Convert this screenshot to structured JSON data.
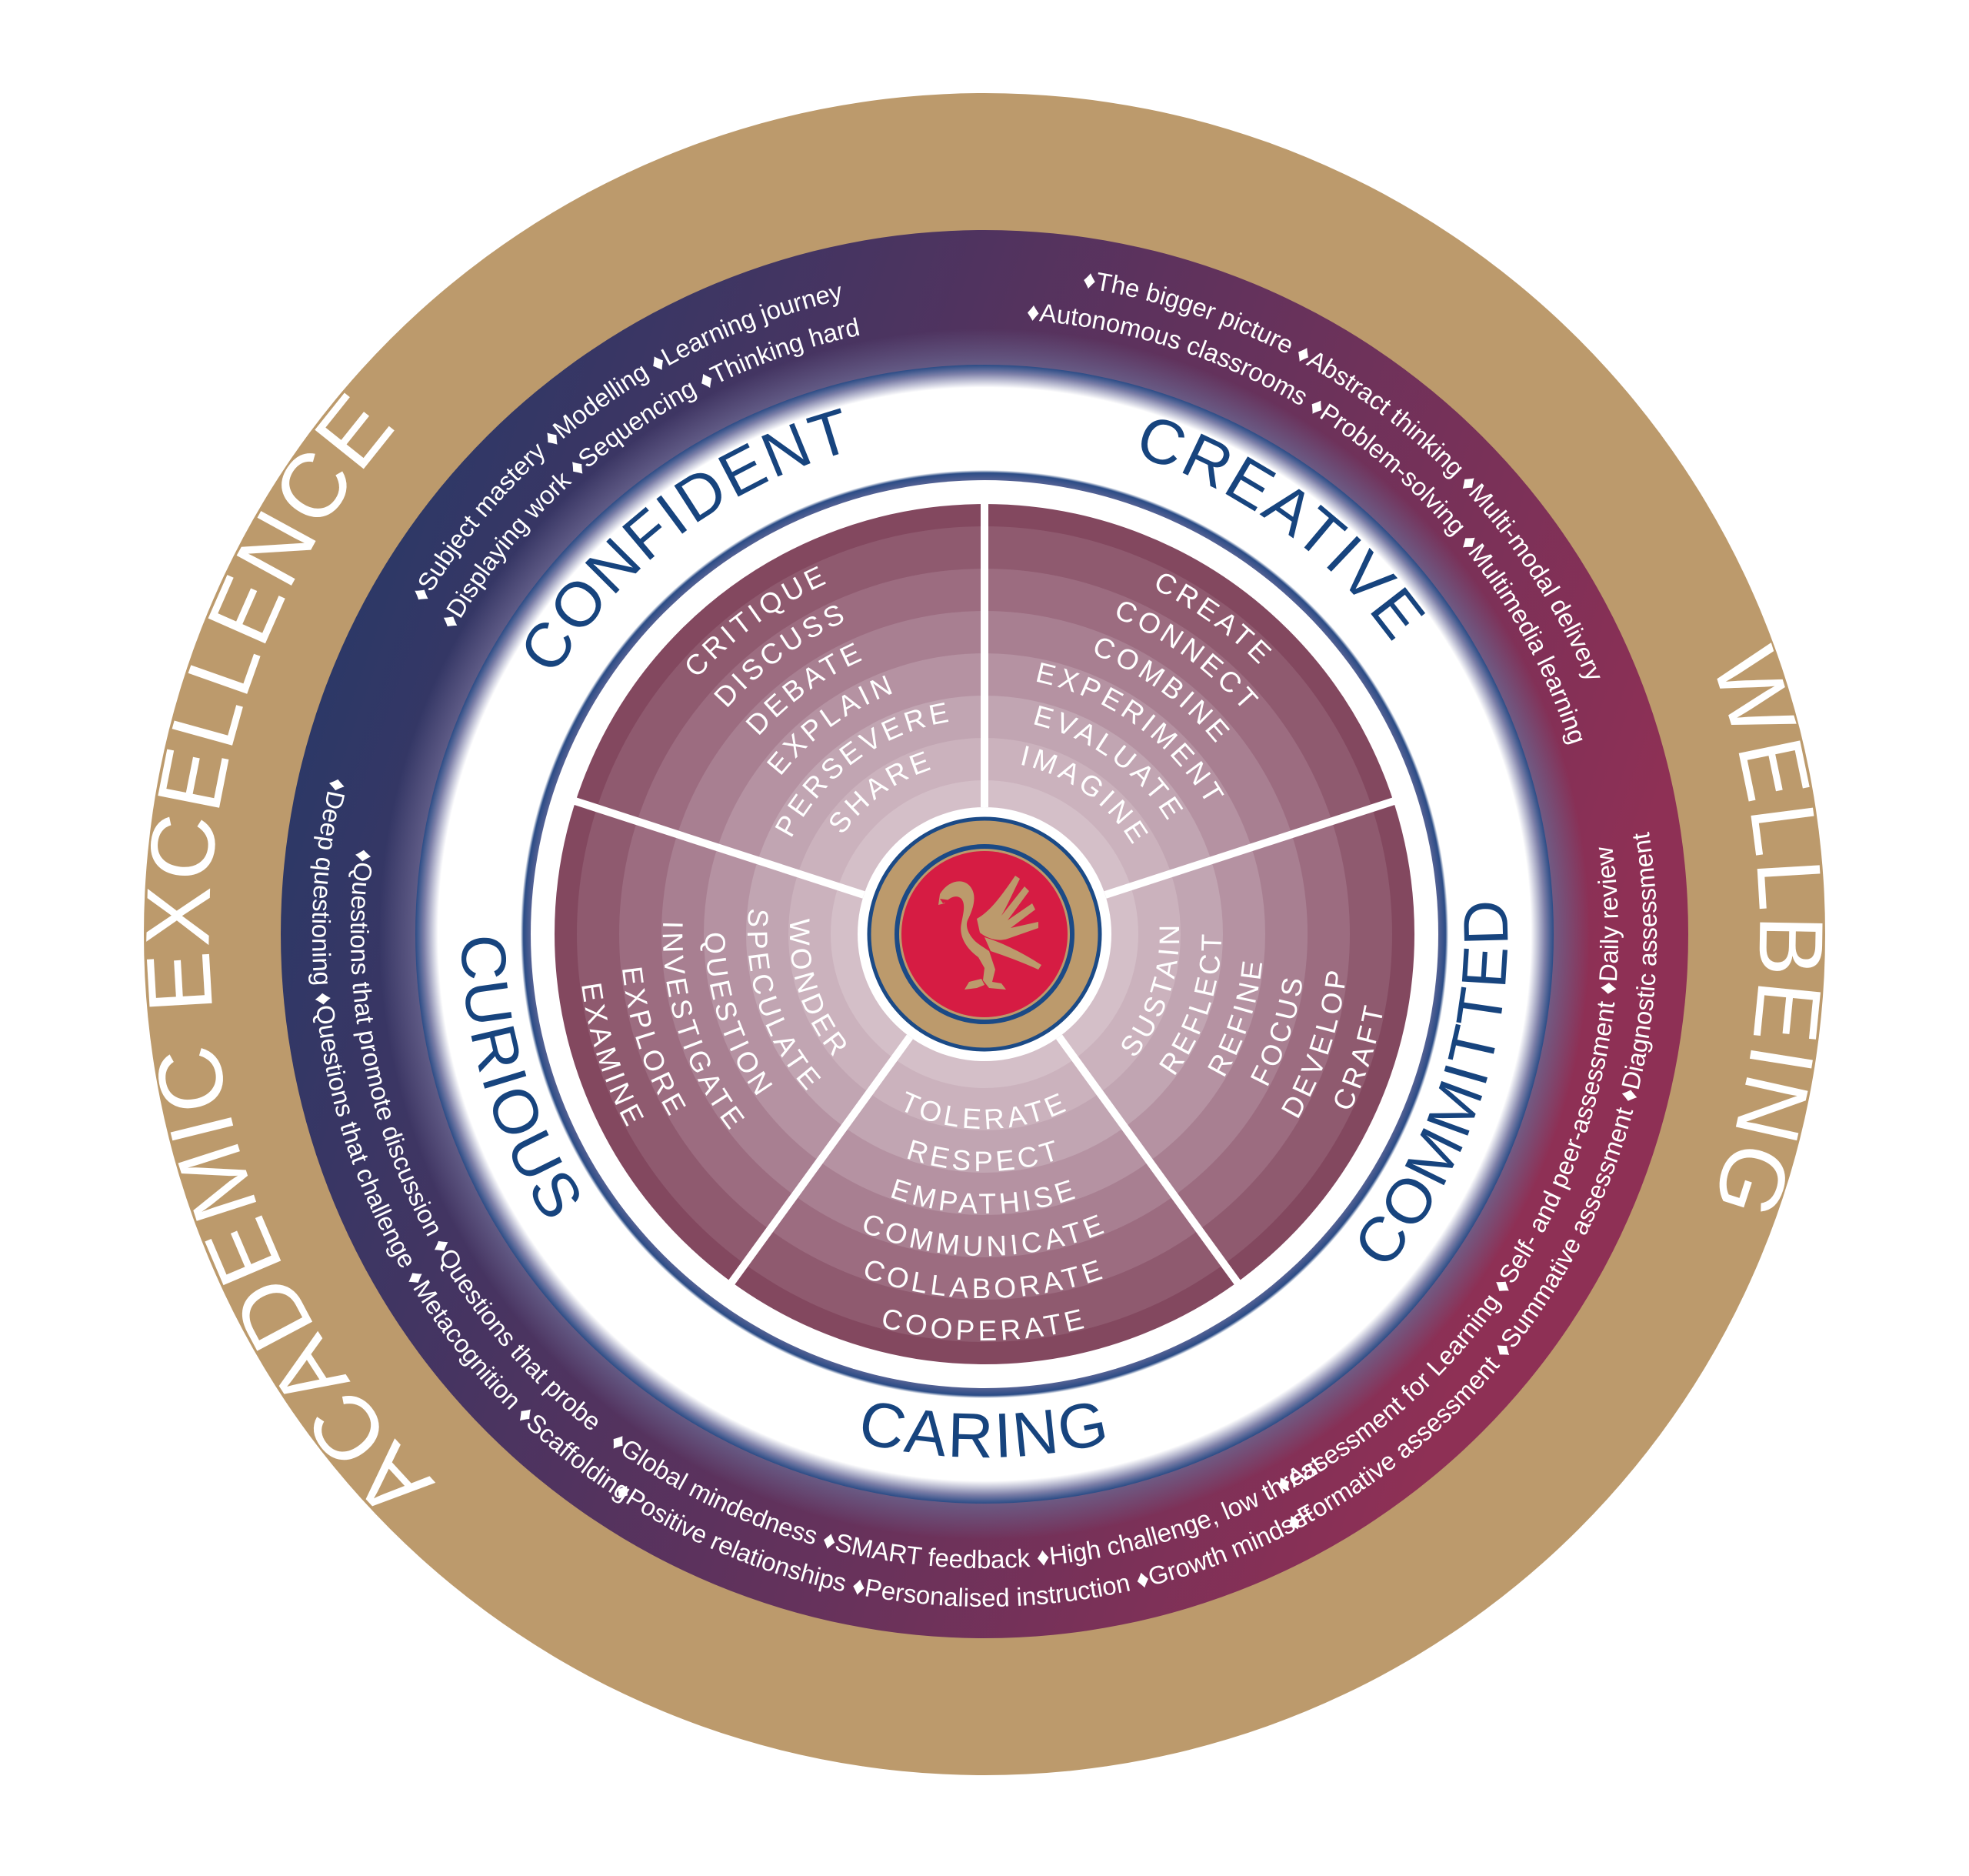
{
  "colors": {
    "gold": "#BC9A6C",
    "navy": "#1E3A6A",
    "maroon": "#8E3055",
    "purple_mid": "#5B3560",
    "label_blue": "#17447E",
    "wedge_dark": "#83485F",
    "wedge_light": "#C6A6B3",
    "emblem_red": "#D61C43",
    "emblem_gold": "#BC9A6C",
    "emblem_blue": "#1B4A86",
    "white": "#FFFFFF"
  },
  "outer_ring": {
    "left_title": "ACADEMIC EXCELLENCE",
    "right_title": "WELLBEING"
  },
  "values": [
    {
      "label": "CONFIDENT",
      "verbs": [
        "CRITIQUE",
        "DISCUSS",
        "DEBATE",
        "EXPLAIN",
        "PERSEVERE",
        "SHARE"
      ],
      "practices": [
        "♦Subject mastery ♦Modelling ♦Learning journey",
        "♦Displaying work ♦Sequencing ♦Thinking hard"
      ]
    },
    {
      "label": "CREATIVE",
      "verbs": [
        "CREATE",
        "CONNECT",
        "COMBINE",
        "EXPERIMENT",
        "EVALUATE",
        "IMAGINE"
      ],
      "practices": [
        "♦The bigger picture ♦Abstract thinking ♦Multi-modal delivery",
        "♦Autonomous classrooms ♦Problem-solving ♦Multimedia learning"
      ]
    },
    {
      "label": "COMMITTED",
      "verbs": [
        "CRAFT",
        "DEVELOP",
        "FOCUS",
        "REFINE",
        "REFLECT",
        "SUSTAIN"
      ],
      "practices": [
        "♦Assessment for Learning ♦Self- and peer-assessment ♦Daily review",
        "♦Formative assessment ♦Summative assessment ♦Diagnostic assessment"
      ]
    },
    {
      "label": "CARING",
      "verbs": [
        "COOPERATE",
        "COLLABORATE",
        "COMMUNICATE",
        "EMPATHISE",
        "RESPECT",
        "TOLERATE"
      ],
      "practices": [
        "♦Global mindedness ♦SMART feedback ♦High challenge, low threat",
        "♦Positive relationships ♦Personalised instruction ♦Growth mindset"
      ]
    },
    {
      "label": "CURIOUS",
      "verbs": [
        "EXAMINE",
        "EXPLORE",
        "INVESTIGATE",
        "QUESTION",
        "SPECULATE",
        "WONDER"
      ],
      "practices": [
        "♦Questions that promote discussion ♦Questions that probe",
        "♦Deep questioning ♦Questions that challenge ♦Metacognition ♦Scaffolding"
      ]
    }
  ],
  "emblem": {
    "icon": "liver-bird-icon"
  }
}
